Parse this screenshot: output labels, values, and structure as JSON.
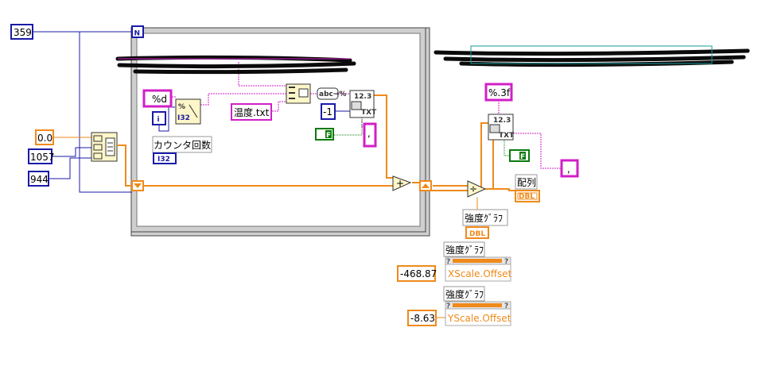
{
  "constants": {
    "loop_count": "359",
    "init_value": "0.0",
    "dim_a": "1057",
    "dim_b": "944",
    "format_d": "%d",
    "filename": "温度.txt",
    "minus_one": "-1",
    "format_3f": "%.3f",
    "comma_1": ",",
    "comma_2": ",",
    "x_offset": "-468.87",
    "y_offset": "-8.63"
  },
  "loop": {
    "count_terminal": "N",
    "iteration_terminal": "i"
  },
  "labels": {
    "counter_name": "カウンタ回数",
    "counter_type": "I32",
    "graph_name": "強度ｸﾞﾗﾌ",
    "graph_type": "DBL",
    "array_name": "配列",
    "array_type": "DBL",
    "prop_graph_1": "強度ｸﾞﾗﾌ",
    "prop_graph_2": "強度ｸﾞﾗﾌ",
    "xscale_offset": "XScale.Offset",
    "yscale_offset": "YScale.Offset"
  },
  "icons": {
    "format_into_string": "abc→%",
    "write_spreadsheet_1": "12.3 TXT",
    "write_spreadsheet_2": "12.3 TXT",
    "false_const_1": "F",
    "false_const_2": "F",
    "add_op": "+",
    "divide_op": "÷"
  },
  "colors": {
    "int_wire": "#1a1aa8",
    "dbl_wire": "#ef8a1a",
    "string_wire": "#d11fc7",
    "bool_wire": "#0b7a0b",
    "frame": "#555555"
  }
}
